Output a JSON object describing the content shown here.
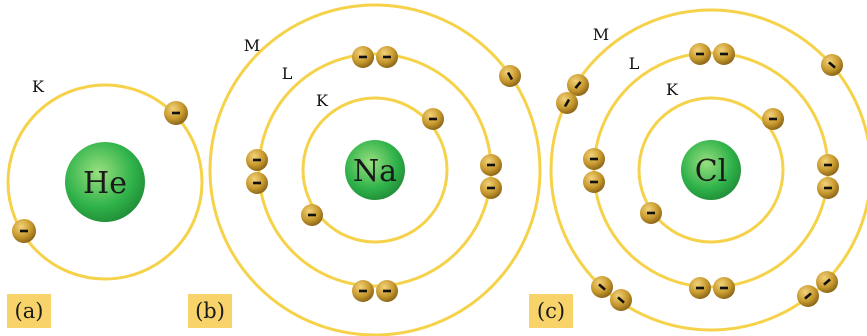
{
  "colors": {
    "orbit": "#f5d24a",
    "nucleus_fill": "#2fb24a",
    "nucleus_glow": "#9ae07f",
    "electron_fill": "#c89a2e",
    "electron_light": "#f3d27a",
    "electron_dark": "#8a6418",
    "electron_mark": "#111111",
    "label_box": "#f7d36a"
  },
  "electron_symbol": "minus",
  "atoms": [
    {
      "id": "he",
      "symbol": "He",
      "panel_label": "(a)",
      "shells": [
        {
          "label": "K",
          "electrons": 2
        }
      ]
    },
    {
      "id": "na",
      "symbol": "Na",
      "panel_label": "(b)",
      "shells": [
        {
          "label": "K",
          "electrons": 2
        },
        {
          "label": "L",
          "electrons": 8
        },
        {
          "label": "M",
          "electrons": 1
        }
      ]
    },
    {
      "id": "cl",
      "symbol": "Cl",
      "panel_label": "(c)",
      "shells": [
        {
          "label": "K",
          "electrons": 2
        },
        {
          "label": "L",
          "electrons": 8
        },
        {
          "label": "M",
          "electrons": 7
        }
      ]
    }
  ]
}
